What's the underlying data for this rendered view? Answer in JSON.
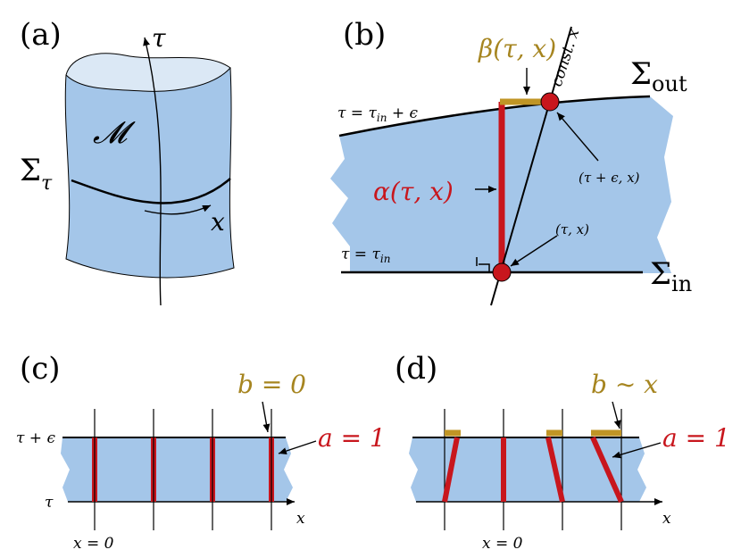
{
  "colors": {
    "fill": "#a4c6e9",
    "fill_top": "#dbe8f5",
    "line": "#000000",
    "red": "#c8161d",
    "gold": "#c09525",
    "text_gold": "#a68520"
  },
  "panel_a": {
    "label": "(a)",
    "tau": "τ",
    "manifold": "𝓜",
    "sigma": "Σ",
    "sigma_sub": "τ",
    "x": "x"
  },
  "panel_b": {
    "label": "(b)",
    "beta": "β(τ, x)",
    "alpha": "α(τ, x)",
    "const_x": "const. x",
    "sigma_out": "Σ",
    "sigma_out_sub": "out",
    "sigma_in": "Σ",
    "sigma_in_sub": "in",
    "tau_eq_plus": "τ = τ",
    "tau_eq_plus_sub": "in",
    "tau_eq_plus_tail": " + ϵ",
    "tau_eq": "τ = τ",
    "tau_eq_sub": "in",
    "point_top": "(τ + ϵ, x)",
    "point_bottom": "(τ, x)"
  },
  "panel_c": {
    "label": "(c)",
    "b_label": "b = 0",
    "a_label": "a = 1",
    "tau_plus": "τ + ϵ",
    "tau": "τ",
    "x": "x",
    "x0": "x = 0"
  },
  "panel_d": {
    "label": "(d)",
    "b_label": "b ∼ x",
    "a_label": "a = 1",
    "x": "x",
    "x0": "x = 0"
  }
}
